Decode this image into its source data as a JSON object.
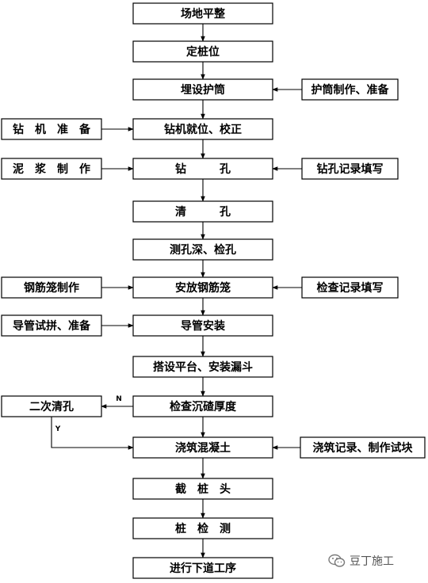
{
  "main_flow": [
    "场地平整",
    "定桩位",
    "埋设护筒",
    "钻机就位、校正",
    "钻　　　孔",
    "清　　　孔",
    "测孔深、检孔",
    "安放钢筋笼",
    "导管安装",
    "搭设平台、安装漏斗",
    "检查沉碴厚度",
    "浇筑混凝土",
    "截　桩　头",
    "桩　检　测",
    "进行下道工序"
  ],
  "left_inputs": [
    {
      "label": "钻　机　准　备",
      "target": 3
    },
    {
      "label": "泥　浆　制　作",
      "target": 4
    },
    {
      "label": "钢筋笼制作",
      "target": 7
    },
    {
      "label": "导管试拼、准备",
      "target": 8
    }
  ],
  "right_inputs": [
    {
      "label": "护筒制作、准备",
      "target": 2
    },
    {
      "label": "钻孔记录填写",
      "target": 4
    },
    {
      "label": "检查记录填写",
      "target": 7
    },
    {
      "label": "浇筑记录、制作试块",
      "target": 11
    }
  ],
  "loop": {
    "label": "二次清孔",
    "no_label": "N",
    "yes_label": "Y",
    "from": 10,
    "to": 11
  },
  "watermark": {
    "text": "豆丁施工",
    "icon": "wechat-icon"
  }
}
